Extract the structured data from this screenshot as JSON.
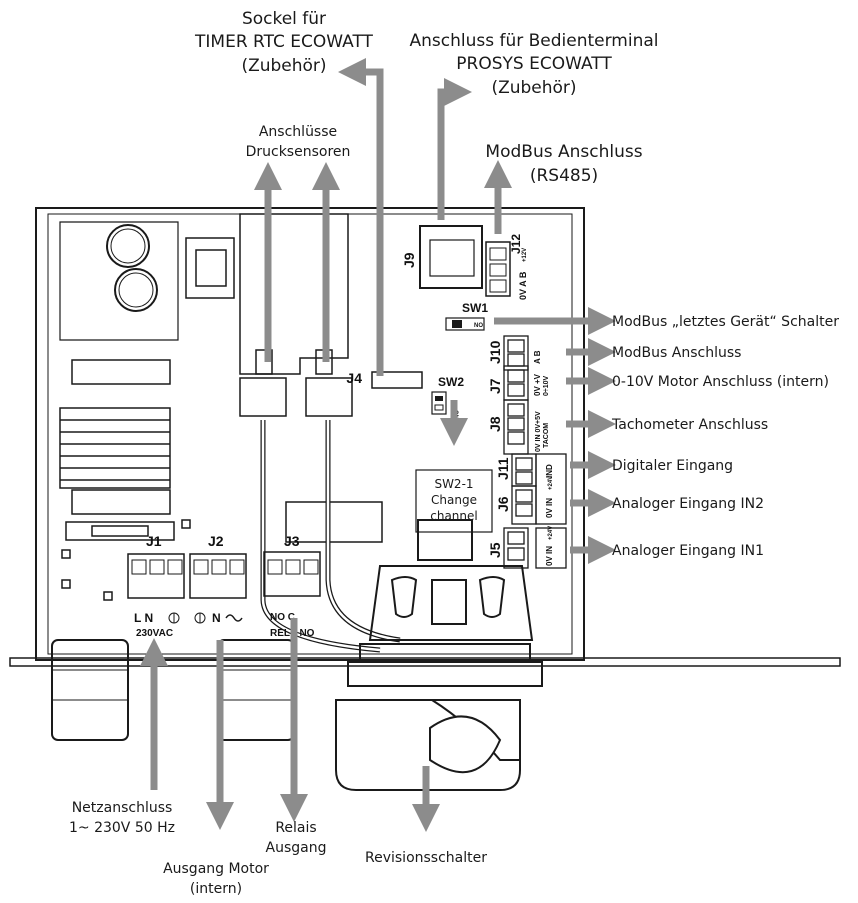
{
  "labels": {
    "sockel_title": "Sockel für",
    "sockel_timer": "TIMER RTC ECOWATT",
    "sockel_zubehoer": "(Zubehör)",
    "terminal_title": "Anschluss für Bedienterminal",
    "terminal_prosys": "PROSYS ECOWATT",
    "terminal_zubehoer": "(Zubehör)",
    "drucksensoren_1": "Anschlüsse",
    "drucksensoren_2": "Drucksensoren",
    "modbus_1": "ModBus Anschluss",
    "modbus_2": "(RS485)",
    "sw1_label": "ModBus „letztes Gerät“ Schalter",
    "j10_label": "ModBus Anschluss",
    "j7_label": "0-10V Motor Anschluss (intern)",
    "j8_label": "Tachometer Anschluss",
    "j11_label": "Digitaler Eingang",
    "j6_label": "Analoger Eingang IN2",
    "j5_label": "Analoger Eingang IN1",
    "netz_1": "Netzanschluss",
    "netz_2": "1~ 230V 50 Hz",
    "motor_1": "Ausgang Motor",
    "motor_2": "(intern)",
    "relais_1": "Relais",
    "relais_2": "Ausgang",
    "revision": "Revisionsschalter"
  },
  "board": {
    "j1": "J1",
    "j2": "J2",
    "j3": "J3",
    "j4": "J4",
    "j5": "J5",
    "j6": "J6",
    "j7": "J7",
    "j8": "J8",
    "j9": "J9",
    "j10": "J10",
    "j11": "J11",
    "j12": "J12",
    "sw1": "SW1",
    "sw2": "SW2",
    "sw2_box_1": "SW2-1",
    "sw2_box_2": "Change",
    "sw2_box_3": "channel",
    "j1_pins": "L  N",
    "j1_voltage": "230VAC",
    "j2_pins": "N",
    "j3_pins": "NO  C",
    "j3_sub": "RELE  NO",
    "j12_pins": "0V  A  B",
    "j12_sup": "+12V",
    "j10_pins": "A   B",
    "j7_pins": "0V +V",
    "j7_sub": "0÷10V",
    "j8_pins": "0V IN 0V+5V",
    "j8_sub": "TACOM",
    "j11_pins": "IND",
    "j6_pins": "0V IN",
    "j6_sup": "+24V",
    "j5_pins": "0V IN",
    "j5_sup": "+24V",
    "sw_on": "ON",
    "sw_no": "NO"
  },
  "colors": {
    "arrow": "#8c8c8c",
    "outline": "#1a1a1a",
    "text": "#1a1a1a"
  }
}
